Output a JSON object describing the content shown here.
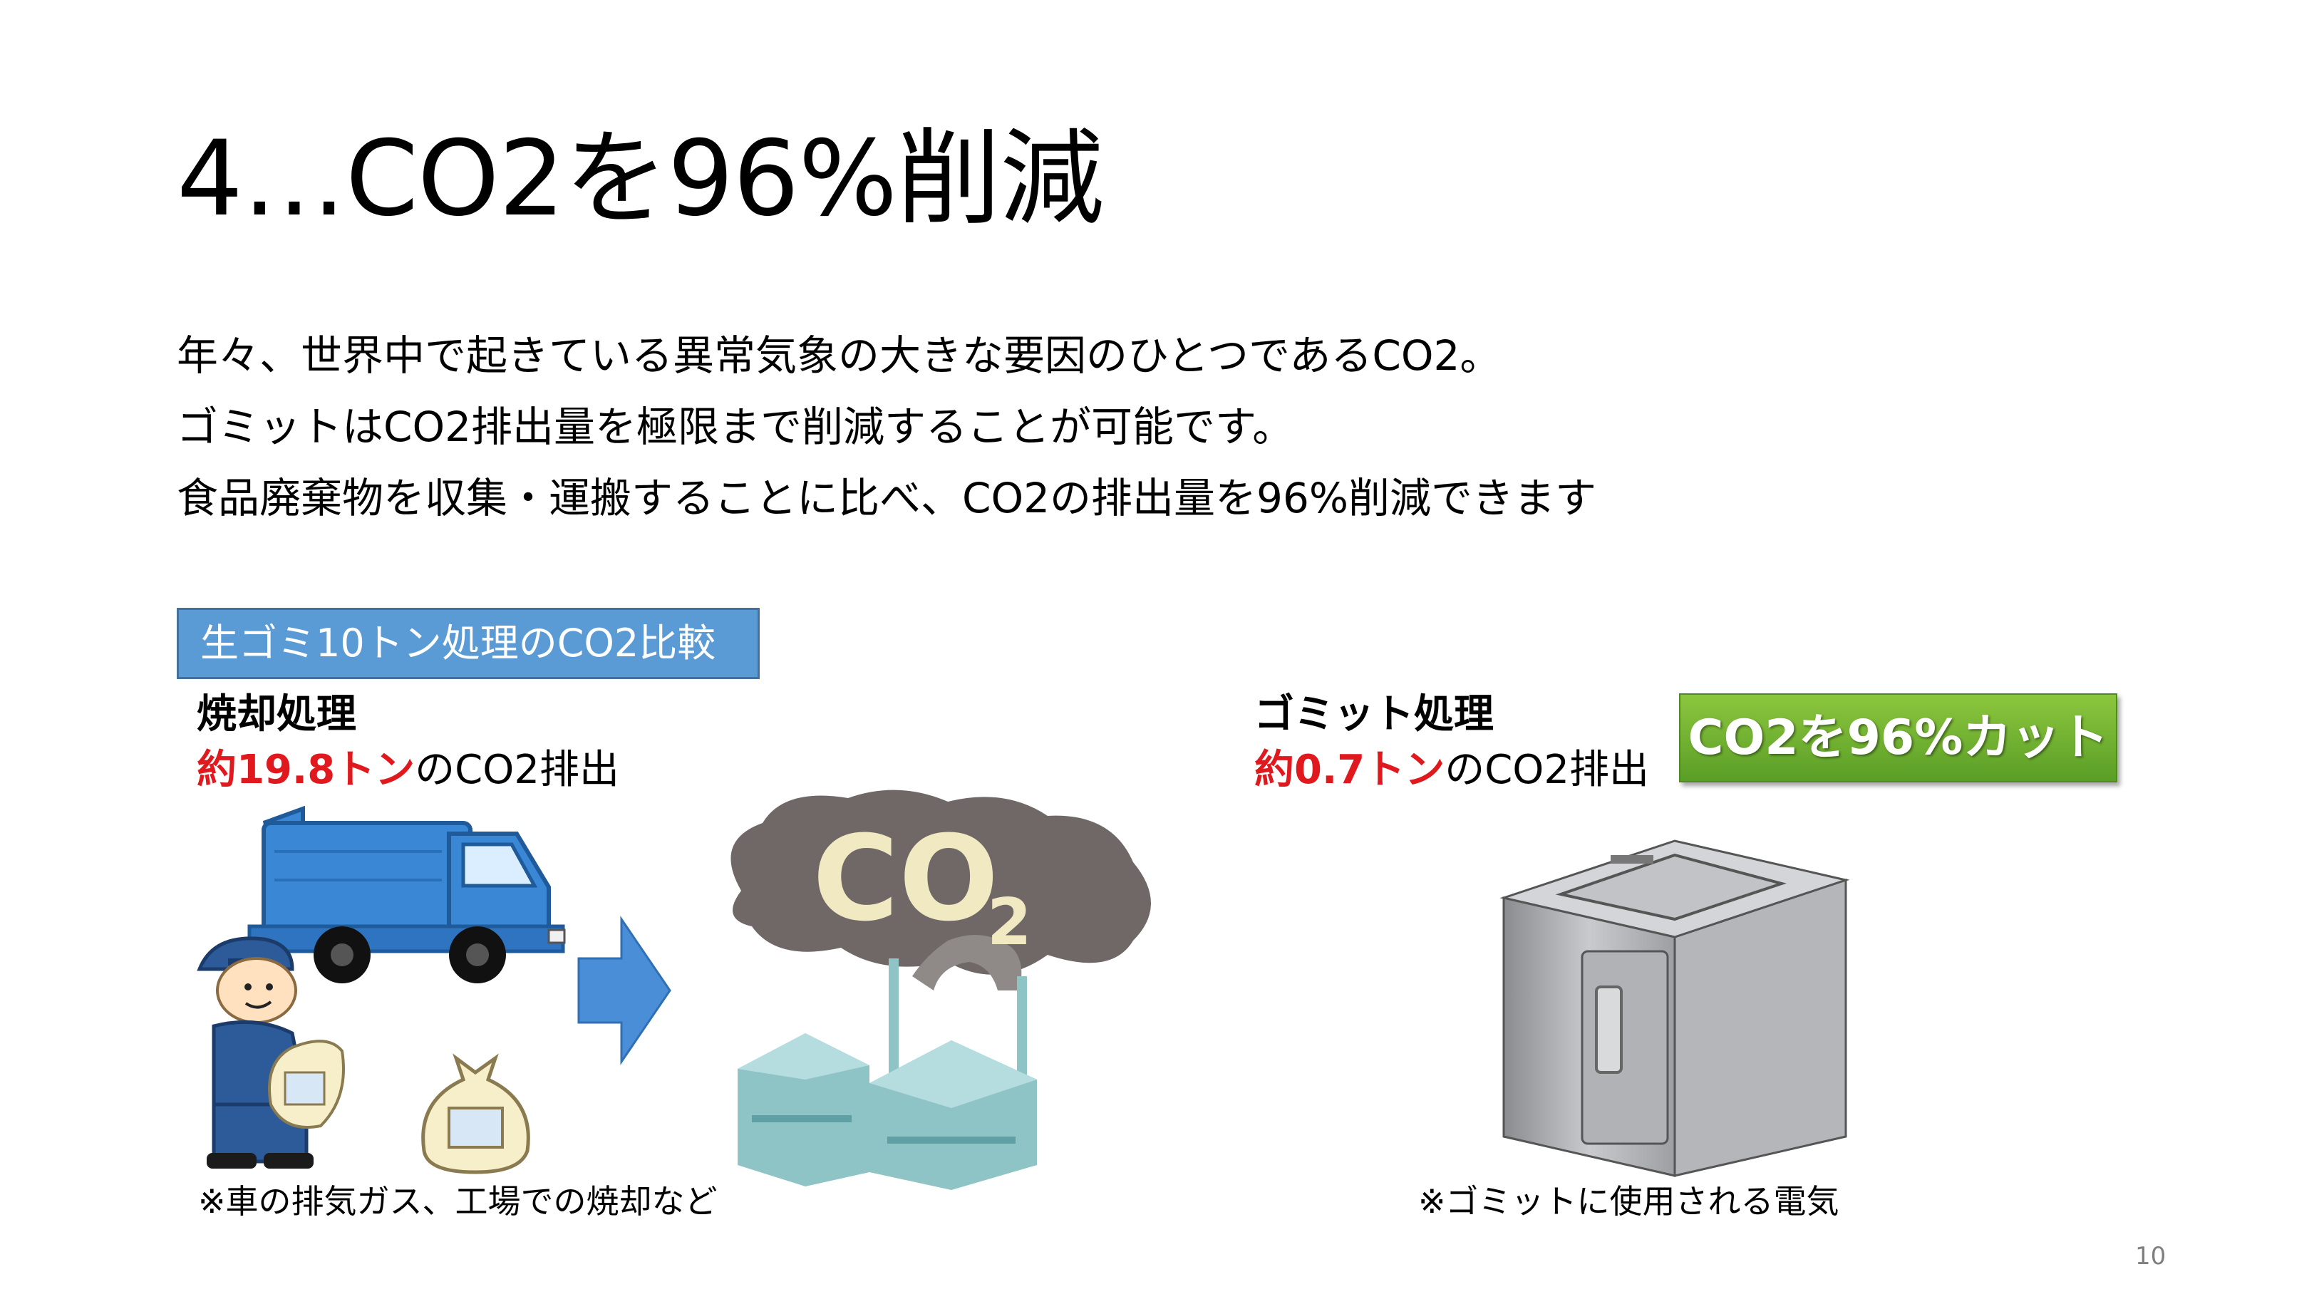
{
  "slide": {
    "title": "4…CO2を96%削減",
    "body_lines": [
      "年々、世界中で起きている異常気象の大きな要因のひとつであるCO2。",
      "ゴミットはCO2排出量を極限まで削減することが可能です。",
      "食品廃棄物を収集・運搬することに比べ、CO2の排出量を96%削減できます"
    ],
    "comparison_label": "生ゴミ10トン処理のCO2比較",
    "incineration": {
      "title": "焼却処理",
      "amount": "約19.8トン",
      "amount_suffix": "のCO2排出",
      "footnote": "※車の排気ガス、工場での焼却など"
    },
    "gomit": {
      "title": "ゴミット処理",
      "amount": "約0.7トン",
      "amount_suffix": "のCO2排出",
      "footnote": "※ゴミットに使用される電気"
    },
    "badge": "CO2を96%カット",
    "co2_cloud_label": "CO",
    "co2_cloud_subscript": "2",
    "page_number": "10"
  },
  "icons": [
    "garbage-truck-icon",
    "sanitation-worker-icon",
    "garbage-bag-icon",
    "arrow-right-icon",
    "co2-cloud-icon",
    "factory-icon",
    "gomit-machine-icon"
  ],
  "colors": {
    "label_blue": "#5b9bd5",
    "amount_red": "#e0191e",
    "badge_green": "#70ad47",
    "arrow_blue": "#4a8ed8",
    "truck_blue": "#3a87d6",
    "smoke_gray": "#6f6866",
    "factory_teal": "#8fc4c7"
  }
}
